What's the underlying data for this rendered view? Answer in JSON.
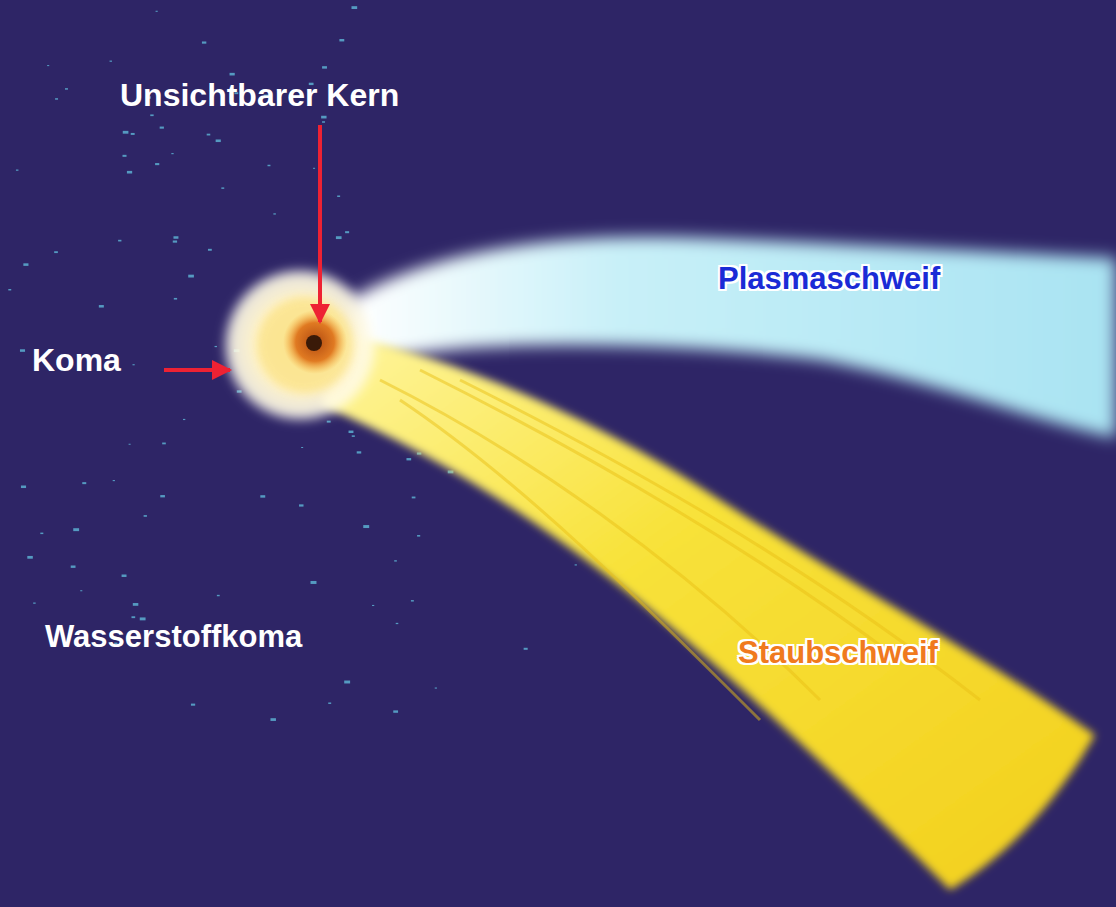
{
  "diagram": {
    "labels": [
      "Unsichtbarer Kern",
      "Koma",
      "Plasmaschweif",
      "Staubschweif",
      "Wasserstoffkoma"
    ]
  }
}
